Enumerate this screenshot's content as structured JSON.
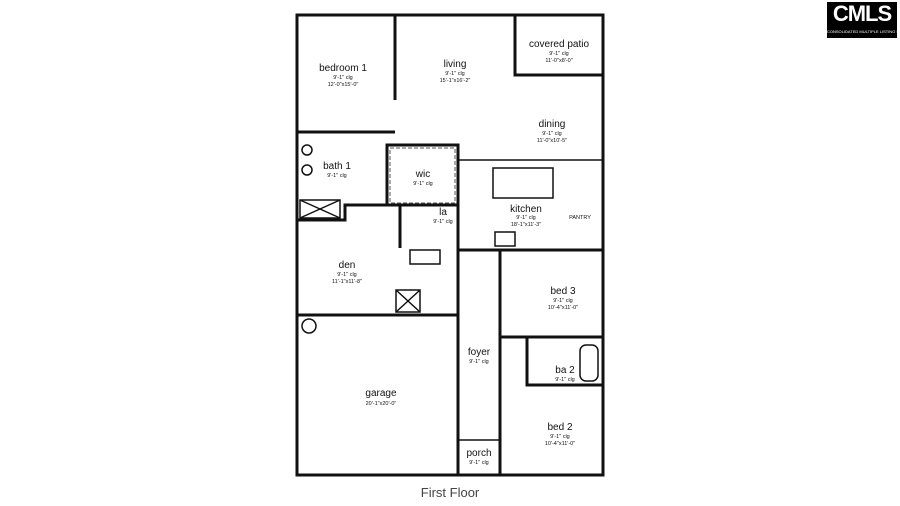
{
  "logo": {
    "text": "CMLS",
    "subtext": "CONSOLIDATED MULTIPLE LISTING SERVICE"
  },
  "caption": "First Floor",
  "rooms": {
    "bedroom1": {
      "name": "bedroom 1",
      "ceiling": "9'-1\" clg",
      "dims": "12'-0\"x15'-0\""
    },
    "living": {
      "name": "living",
      "ceiling": "9'-1\" clg",
      "dims": "15'-1\"x16'-2\""
    },
    "patio": {
      "name": "covered patio",
      "ceiling": "9'-1\" clg",
      "dims": "11'-0\"x8'-0\""
    },
    "dining": {
      "name": "dining",
      "ceiling": "9'-1\" clg",
      "dims": "11'-0\"x10'-5\""
    },
    "bath1": {
      "name": "bath 1",
      "ceiling": "9'-1\" clg"
    },
    "wic": {
      "name": "wic",
      "ceiling": "9'-1\" clg"
    },
    "la": {
      "name": "la",
      "ceiling": "9'-1\" clg"
    },
    "kitchen": {
      "name": "kitchen",
      "ceiling": "9'-1\" clg",
      "dims": "18'-1\"x11'-3\""
    },
    "pantry": {
      "name": "PANTRY"
    },
    "den": {
      "name": "den",
      "ceiling": "9'-1\" clg",
      "dims": "11'-1\"x11'-8\""
    },
    "bed3": {
      "name": "bed 3",
      "ceiling": "9'-1\" clg",
      "dims": "10'-4\"x11'-0\""
    },
    "foyer": {
      "name": "foyer",
      "ceiling": "9'-1\" clg"
    },
    "ba2": {
      "name": "ba 2",
      "ceiling": "9'-1\" clg"
    },
    "garage": {
      "name": "garage",
      "dims": "20'-1\"x20'-0\""
    },
    "bed2": {
      "name": "bed 2",
      "ceiling": "9'-1\" clg",
      "dims": "10'-4\"x11'-0\""
    },
    "porch": {
      "name": "porch",
      "ceiling": "9'-1\" clg"
    }
  }
}
